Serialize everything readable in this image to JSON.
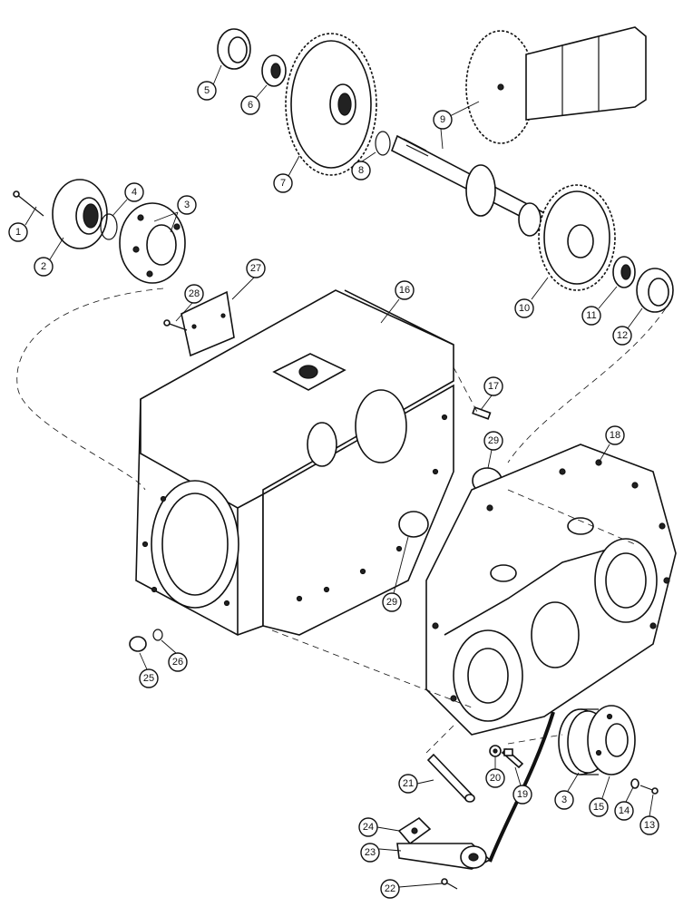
{
  "callouts": [
    {
      "id": "1",
      "label": "1"
    },
    {
      "id": "2",
      "label": "2"
    },
    {
      "id": "3a",
      "label": "3"
    },
    {
      "id": "4",
      "label": "4"
    },
    {
      "id": "5",
      "label": "5"
    },
    {
      "id": "6",
      "label": "6"
    },
    {
      "id": "7",
      "label": "7"
    },
    {
      "id": "8",
      "label": "8"
    },
    {
      "id": "9",
      "label": "9"
    },
    {
      "id": "10",
      "label": "10"
    },
    {
      "id": "11",
      "label": "11"
    },
    {
      "id": "12",
      "label": "12"
    },
    {
      "id": "16",
      "label": "16"
    },
    {
      "id": "17",
      "label": "17"
    },
    {
      "id": "18",
      "label": "18"
    },
    {
      "id": "27",
      "label": "27"
    },
    {
      "id": "28",
      "label": "28"
    },
    {
      "id": "29a",
      "label": "29"
    },
    {
      "id": "29b",
      "label": "29"
    },
    {
      "id": "25",
      "label": "25"
    },
    {
      "id": "26",
      "label": "26"
    },
    {
      "id": "21",
      "label": "21"
    },
    {
      "id": "20",
      "label": "20"
    },
    {
      "id": "19",
      "label": "19"
    },
    {
      "id": "3b",
      "label": "3"
    },
    {
      "id": "15",
      "label": "15"
    },
    {
      "id": "14",
      "label": "14"
    },
    {
      "id": "13",
      "label": "13"
    },
    {
      "id": "24",
      "label": "24"
    },
    {
      "id": "23",
      "label": "23"
    },
    {
      "id": "22",
      "label": "22"
    }
  ]
}
